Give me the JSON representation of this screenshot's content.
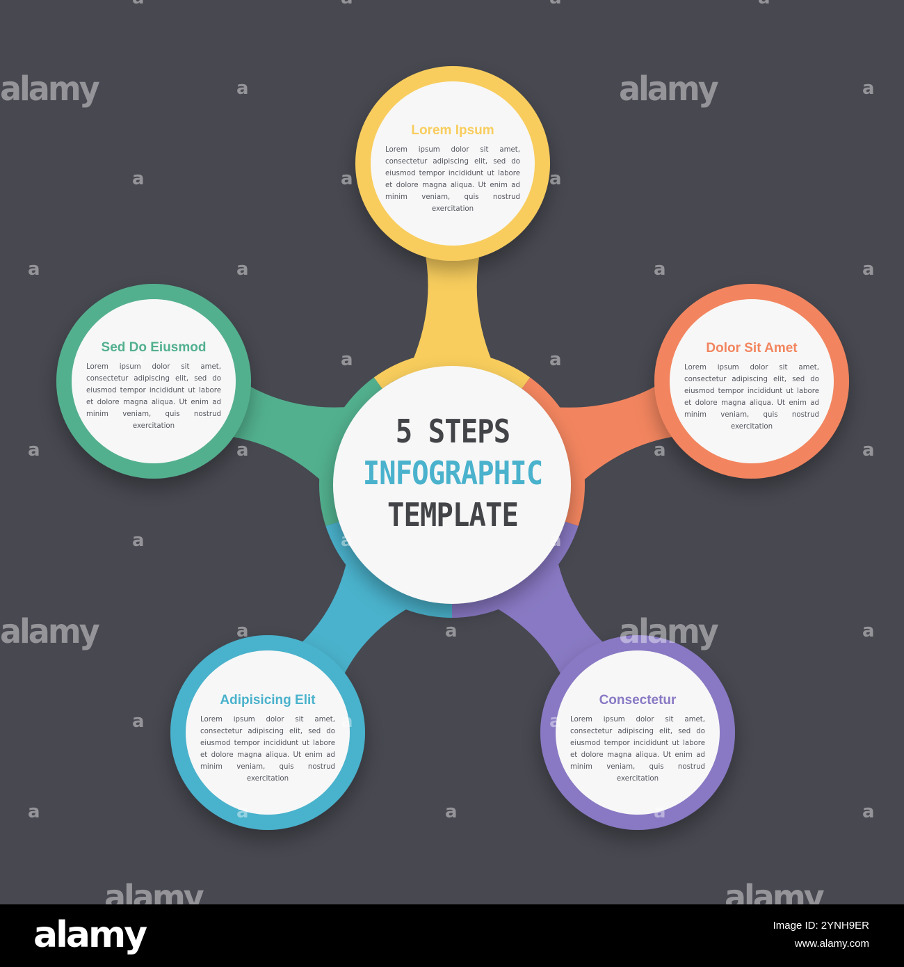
{
  "center": {
    "line1": "5 STEPS",
    "line2": "INFOGRAPHIC",
    "line3": "TEMPLATE",
    "color_dark": "#434447",
    "color_accent": "#4ab2cc"
  },
  "steps": [
    {
      "title": "Lorem Ipsum",
      "color": "#f8cd5d",
      "body": "Lorem ipsum dolor sit amet, consectetur adipiscing elit, sed do eiusmod tempor incididunt ut labore et dolore magna aliqua. Ut enim ad minim veniam, quis nostrud exercitation"
    },
    {
      "title": "Dolor Sit Amet",
      "color": "#f2855f",
      "body": "Lorem ipsum dolor sit amet, consectetur adipiscing elit, sed do eiusmod tempor incididunt ut labore et dolore magna aliqua. Ut enim ad minim veniam, quis nostrud exercitation"
    },
    {
      "title": "Consectetur",
      "color": "#8979c4",
      "body": "Lorem ipsum dolor sit amet, consectetur adipiscing elit, sed do eiusmod tempor incididunt ut labore et dolore magna aliqua. Ut enim ad minim veniam, quis nostrud exercitation"
    },
    {
      "title": "Adipisicing Elit",
      "color": "#4ab2cc",
      "body": "Lorem ipsum dolor sit amet, consectetur adipiscing elit, sed do eiusmod tempor incididunt ut labore et dolore magna aliqua. Ut enim ad minim veniam, quis nostrud exercitation"
    },
    {
      "title": "Sed Do Eiusmod",
      "color": "#52b08e",
      "body": "Lorem ipsum dolor sit amet, consectetur adipiscing elit, sed do eiusmod tempor incididunt ut labore et dolore magna aliqua. Ut enim ad minim veniam, quis nostrud exercitation"
    }
  ],
  "colors": {
    "background": "#474850",
    "inner_fill": "#f7f7f7"
  },
  "watermark": {
    "word": "alamy",
    "letter": "a"
  },
  "footer": {
    "logo": "alamy",
    "image_id": "Image ID: 2YNH9ER",
    "site": "www.alamy.com"
  }
}
